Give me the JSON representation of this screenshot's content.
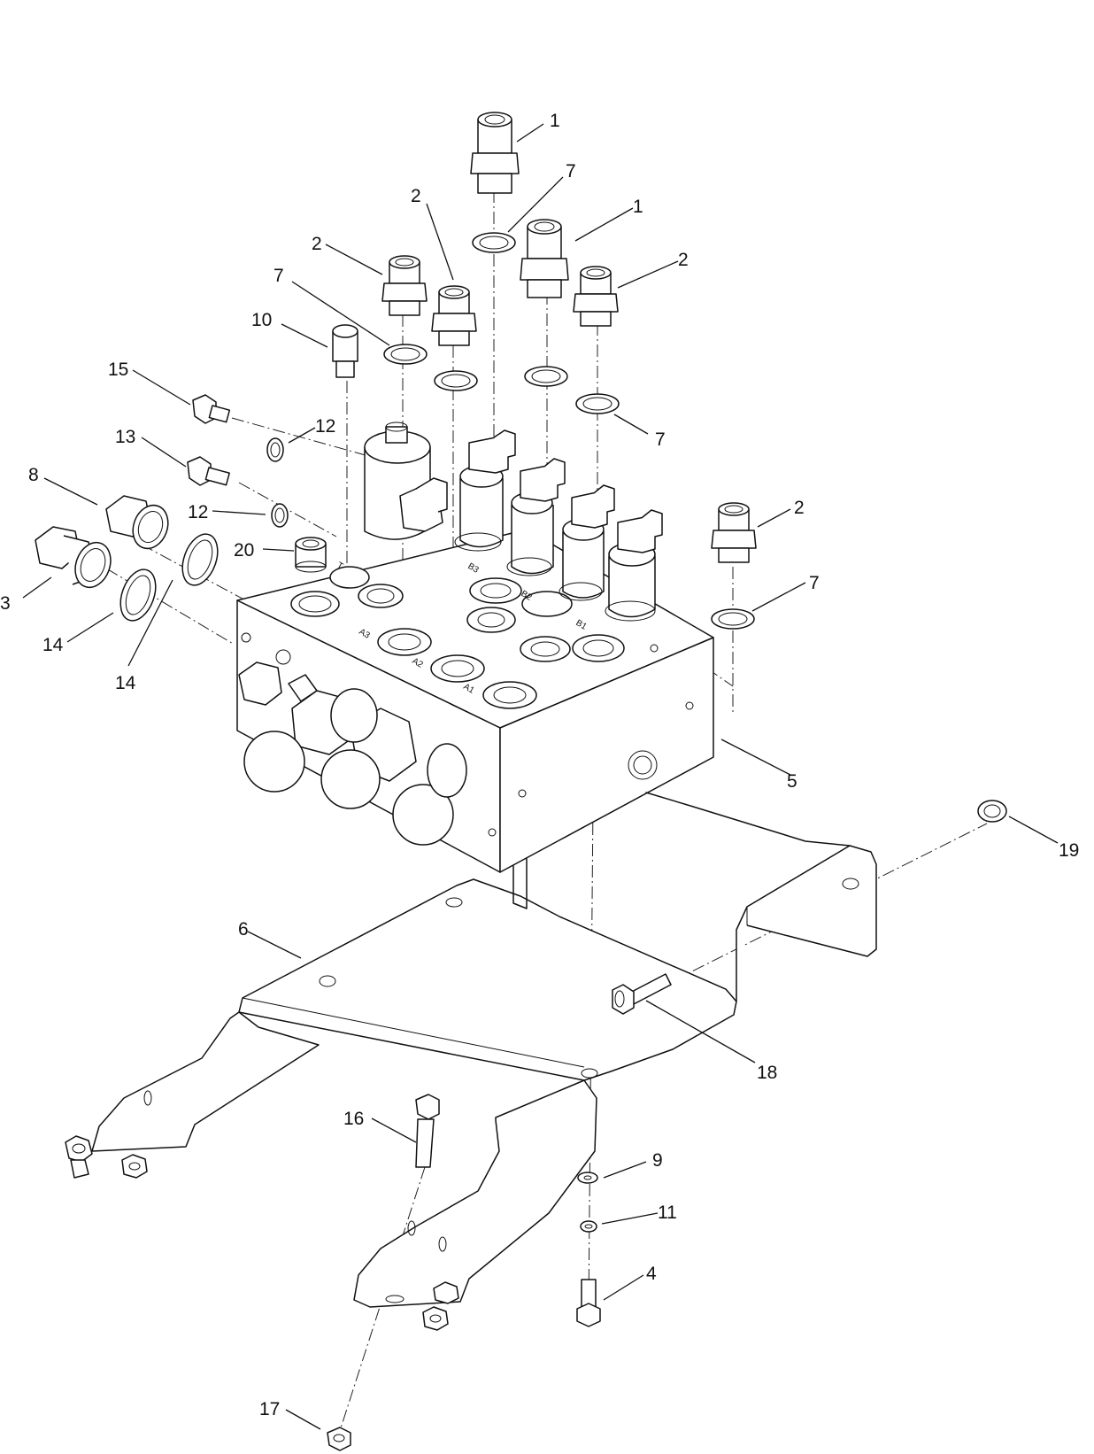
{
  "diagram": {
    "callouts": [
      "1",
      "7",
      "2",
      "1",
      "2",
      "2",
      "7",
      "10",
      "15",
      "12",
      "13",
      "12",
      "8",
      "20",
      "3",
      "14",
      "14",
      "7",
      "2",
      "7",
      "5",
      "19",
      "6",
      "18",
      "16",
      "9",
      "11",
      "4",
      "17"
    ],
    "ports": [
      "T",
      "B3",
      "B2",
      "B1",
      "A3",
      "A2",
      "A1"
    ]
  }
}
